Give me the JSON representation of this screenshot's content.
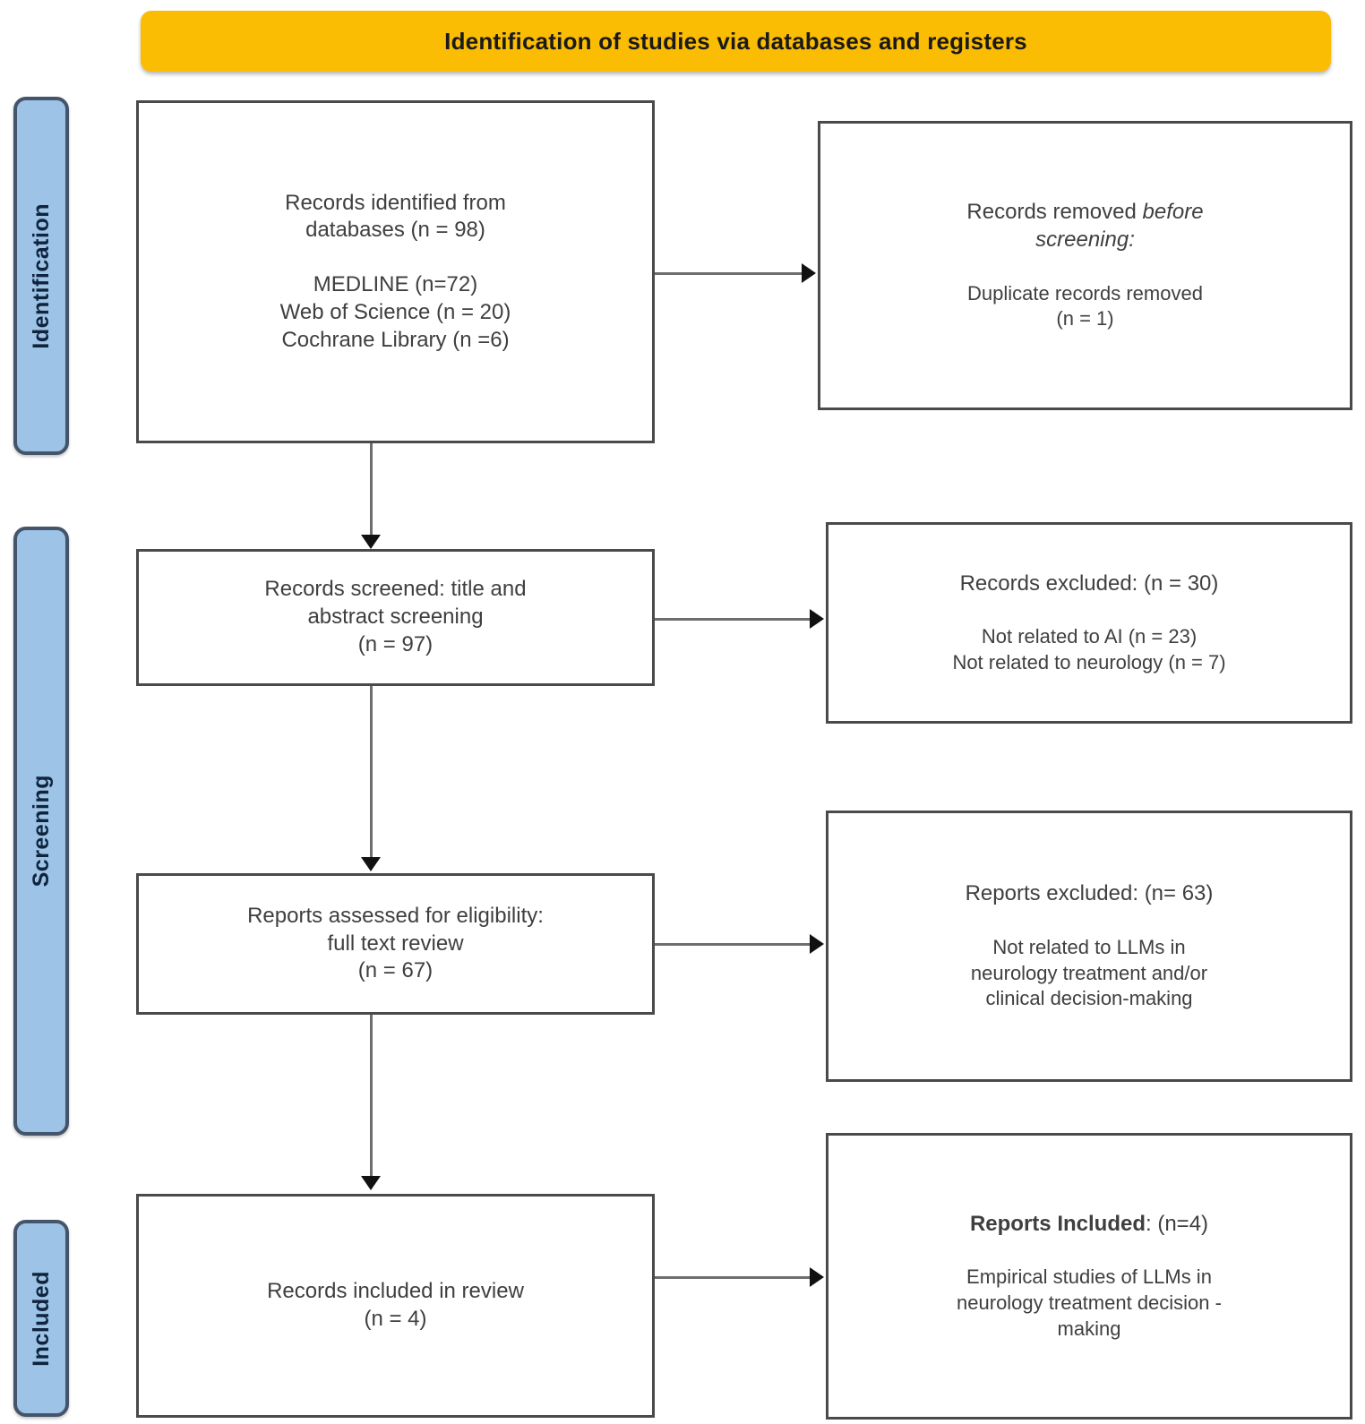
{
  "header": {
    "title": "Identification of studies via databases and registers",
    "background_color": "#FBBC04"
  },
  "stages": {
    "bar_color": "#9DC3E6",
    "bar_border_color": "#44546A",
    "identification": "Identification",
    "screening": "Screening",
    "included": "Included"
  },
  "boxes": {
    "identified": {
      "title_line1": "Records identified from",
      "title_line2": "databases (n = 98)",
      "source1": "MEDLINE (n=72)",
      "source2": "Web of Science (n = 20)",
      "source3": "Cochrane Library (n =6)"
    },
    "removed_before_screening": {
      "title_prefix": "Records removed ",
      "title_italic_1": "before",
      "title_italic_2": "screening:",
      "detail_line1": "Duplicate records removed",
      "detail_line2": "(n = 1)"
    },
    "records_screened": {
      "line1": "Records screened: title and",
      "line2": "abstract screening",
      "line3": "(n = 97)"
    },
    "records_excluded": {
      "title": "Records excluded: (n = 30)",
      "reason1": "Not related to AI (n = 23)",
      "reason2": "Not related to neurology (n = 7)"
    },
    "reports_assessed": {
      "line1": "Reports assessed for eligibility:",
      "line2": "full text review",
      "line3": "(n = 67)"
    },
    "reports_excluded": {
      "title": "Reports excluded: (n= 63)",
      "reason_line1": "Not related to LLMs in",
      "reason_line2": "neurology treatment and/or",
      "reason_line3": "clinical decision-making"
    },
    "records_included": {
      "line1": "Records included in review",
      "line2": "(n = 4)"
    },
    "reports_included": {
      "title_bold": "Reports Included",
      "title_rest": ": (n=4)",
      "detail_line1": "Empirical studies of LLMs in",
      "detail_line2": "neurology treatment decision -",
      "detail_line3": "making"
    }
  }
}
